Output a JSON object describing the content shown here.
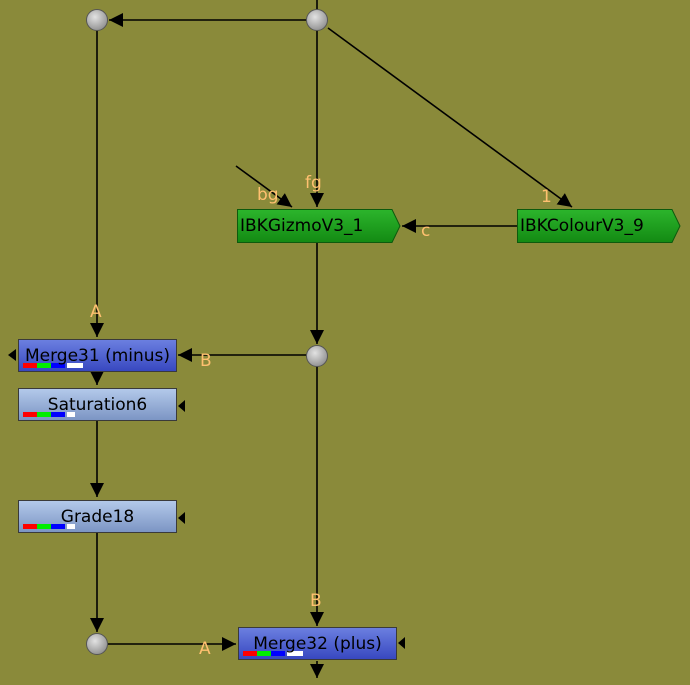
{
  "nodes": {
    "merge31": {
      "label": "Merge31 (minus)"
    },
    "saturation6": {
      "label": "Saturation6"
    },
    "grade18": {
      "label": "Grade18"
    },
    "merge32": {
      "label": "Merge32 (plus)"
    },
    "ibkgizmo": {
      "label": "IBKGizmoV3_1"
    },
    "ibkcolour": {
      "label": "IBKColourV3_9"
    }
  },
  "inputs": {
    "merge31_a": "A",
    "merge31_b": "B",
    "merge32_a": "A",
    "merge32_b": "B",
    "gizmo_bg": "bg",
    "gizmo_fg": "fg",
    "gizmo_c": "c",
    "colour_1": "1"
  },
  "colors": {
    "background": "#8a8a3a",
    "merge_node": "#4b5fd0",
    "color_node": "#9fb3dc",
    "ibk_node": "#1d9b1d",
    "input_label": "#ffc070",
    "wire": "#000000"
  }
}
